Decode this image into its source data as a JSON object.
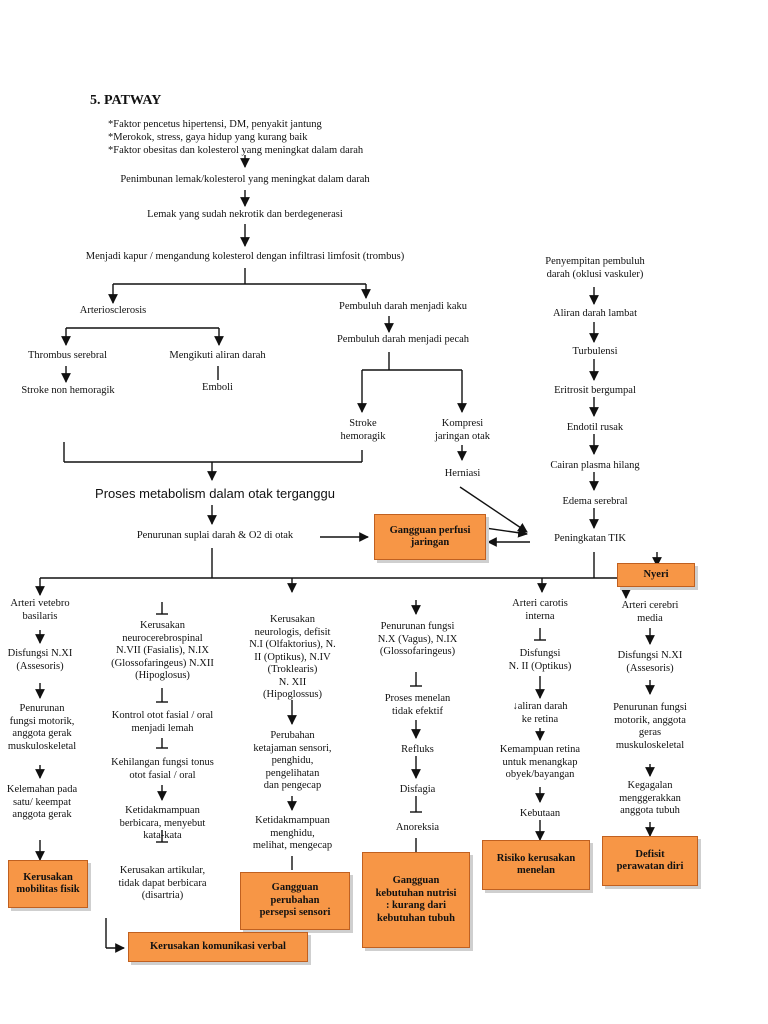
{
  "title": "5. PATWAY",
  "factors": [
    "*Faktor pencetus hipertensi, DM, penyakit jantung",
    "*Merokok, stress, gaya hidup yang kurang baik",
    "*Faktor obesitas dan kolesterol yang meningkat dalam darah"
  ],
  "main": {
    "step1": "Penimbunan lemak/kolesterol yang meningkat dalam darah",
    "step2": "Lemak yang sudah nekrotik dan berdegenerasi",
    "step3": "Menjadi kapur / mengandung kolesterol dengan infiltrasi limfosit (trombus)",
    "arteriosclerosis": "Arteriosclerosis",
    "thrombus": "Thrombus serebral",
    "stroke_non": "Stroke non hemoragik",
    "mengikuti": "Mengikuti aliran darah",
    "emboli": "Emboli",
    "kaku": "Pembuluh darah menjadi kaku",
    "pecah": "Pembuluh darah menjadi pecah",
    "stroke_hem": "Stroke\nhemoragik",
    "kompresi": "Kompresi\njaringan otak",
    "herniasi": "Herniasi",
    "proses": "Proses metabolism dalam otak terganggu",
    "penurunan": "Penurunan suplai darah & O2 di otak"
  },
  "right": {
    "penyempitan": "Penyempitan pembuluh\ndarah (oklusi vaskuler)",
    "aliran": "Aliran darah lambat",
    "turbulensi": "Turbulensi",
    "eritrosit": "Eritrosit bergumpal",
    "endotil": "Endotil rusak",
    "cairan": "Cairan plasma hilang",
    "edema": "Edema serebral",
    "tik": "Peningkatan TIK"
  },
  "columns": {
    "c1": [
      "Arteri vetebro\nbasilaris",
      "Disfungsi N.XI\n(Assesoris)",
      "Penurunan\nfungsi motorik,\nanggota gerak\nmuskuloskeletal",
      "Kelemahan pada\nsatu/ keempat\nanggota gerak"
    ],
    "c2": [
      "Kerusakan\nneurocerebrospinal\nN.VII (Fasialis), N.IX\n(Glossofaringeus) N.XII\n(Hipoglosus)",
      "Kontrol otot fasial / oral\nmenjadi lemah",
      "Kehilangan fungsi tonus\notot fasial / oral",
      "Ketidakmampuan\nberbicara, menyebut\nkata-kata",
      "Kerusakan artikular,\ntidak dapat berbicara\n(disartria)"
    ],
    "c3": [
      "Kerusakan\nneurologis, defisit\nN.I (Olfaktorius), N.\nII  (Optikus), N.IV\n(Troklearis)\nN. XII\n(Hipoglossus)",
      "Perubahan\nketajaman sensori,\npenghidu,\npengelihatan\ndan pengecap",
      "Ketidakmampuan\nmenghidu,\nmelihat, mengecap"
    ],
    "c4": [
      "Penurunan fungsi\nN.X (Vagus), N.IX\n(Glossofaringeus)",
      "Proses menelan\ntidak efektif",
      "Refluks",
      "Disfagia",
      "Anoreksia"
    ],
    "c5": [
      "Arteri carotis\ninterna",
      "Disfungsi\nN. II (Optikus)",
      "↓aliran darah\nke retina",
      "Kemampuan retina\nuntuk menangkap\nobyek/bayangan",
      "Kebutaan"
    ],
    "c6": [
      "Arteri cerebri\nmedia",
      "Disfungsi N.XI\n(Assesoris)",
      "Penurunan fungsi\nmotorik, anggota\ngeras\nmuskuloskeletal",
      "Kegagalan\nmenggerakkan\nanggota tubuh"
    ]
  },
  "boxes": {
    "perfusi": "Gangguan perfusi\njaringan",
    "nyeri": "Nyeri",
    "mobilitas": "Kerusakan\nmobilitas fisik",
    "persepsi": "Gangguan\nperubahan\npersepsi sensori",
    "nutrisi": "Gangguan\nkebutuhan nutrisi\n: kurang dari\nkebutuhan tubuh",
    "menelan": "Risiko kerusakan\nmenelan",
    "perawatan": "Defisit\nperawatan diri",
    "komunikasi": "Kerusakan komunikasi verbal"
  },
  "colors": {
    "box_fill": "#f79646",
    "box_border": "#c06020"
  }
}
